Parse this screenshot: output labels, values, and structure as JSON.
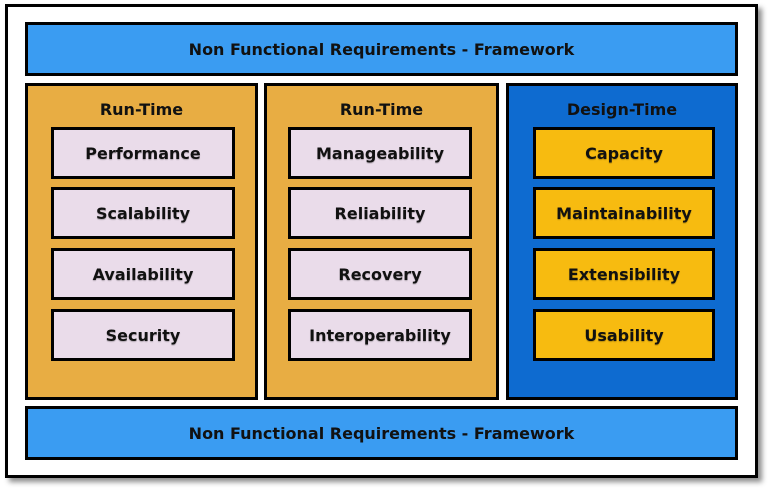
{
  "title_top": "Non Functional Requirements - Framework",
  "title_bottom": "Non Functional Requirements - Framework",
  "columns": [
    {
      "title": "Run-Time",
      "items": [
        "Performance",
        "Scalability",
        "Availability",
        "Security"
      ]
    },
    {
      "title": "Run-Time",
      "items": [
        "Manageability",
        "Reliability",
        "Recovery",
        "Interoperability"
      ]
    },
    {
      "title": "Design-Time",
      "items": [
        "Capacity",
        "Maintainability",
        "Extensibility",
        "Usability"
      ]
    }
  ],
  "colors": {
    "banner": "#3a9cf2",
    "runtime_column": "#e8ad43",
    "runtime_item": "#eadcea",
    "designtime_column": "#0e6bd0",
    "designtime_item": "#f7bb10"
  }
}
